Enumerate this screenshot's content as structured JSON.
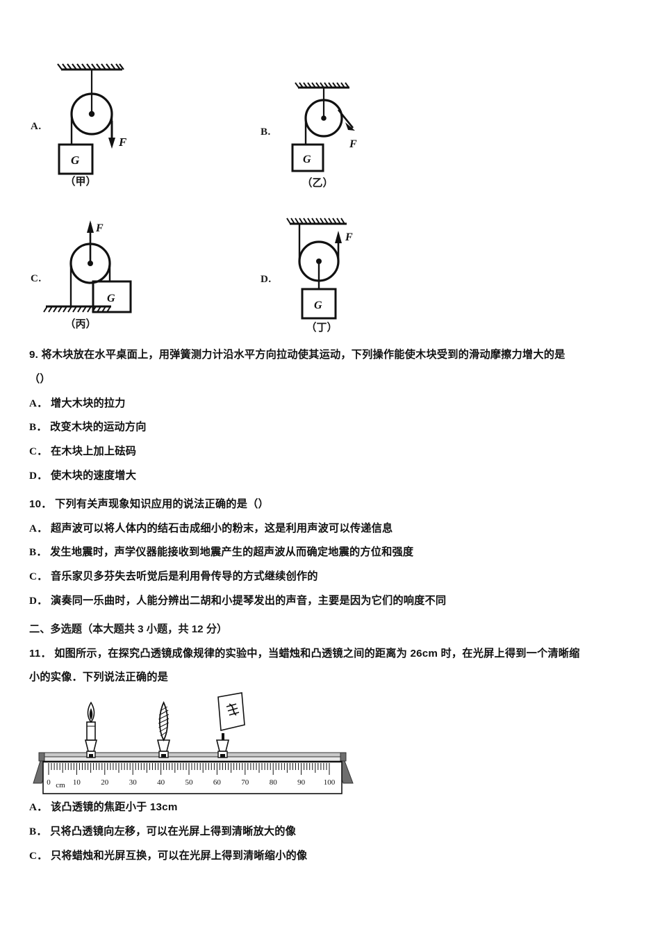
{
  "figure_block": {
    "name": "pulley-diagrams",
    "items": [
      {
        "letter": "A.",
        "caption": "（甲）",
        "force_label": "F",
        "weight_label": "G",
        "type": "fixed-pulley-down-pull"
      },
      {
        "letter": "B.",
        "caption": "（乙）",
        "force_label": "F",
        "weight_label": "G",
        "type": "fixed-pulley-angled-pull"
      },
      {
        "letter": "C.",
        "caption": "（丙）",
        "force_label": "F",
        "weight_label": "G",
        "type": "movable-pulley-ground-anchor"
      },
      {
        "letter": "D.",
        "caption": "（丁）",
        "force_label": "F",
        "weight_label": "G",
        "type": "movable-pulley-ceiling-anchor"
      }
    ]
  },
  "questions": [
    {
      "number": "9.",
      "stem_line1": "将木块放在水平桌面上，用弹簧测力计沿水平方向拉动使其运动，下列操作能使木块受到的滑动摩擦力增大的是",
      "stem_line2": "（）",
      "options": [
        {
          "letter": "A．",
          "text": "增大木块的拉力"
        },
        {
          "letter": "B．",
          "text": "改变木块的运动方向"
        },
        {
          "letter": "C．",
          "text": "在木块上加上砝码"
        },
        {
          "letter": "D．",
          "text": "使木块的速度增大"
        }
      ]
    },
    {
      "number": "10．",
      "stem_line1": "下列有关声现象知识应用的说法正确的是（）",
      "options": [
        {
          "letter": "A．",
          "text": "超声波可以将人体内的结石击成细小的粉末，这是利用声波可以传递信息"
        },
        {
          "letter": "B．",
          "text": "发生地震时，声学仪器能接收到地震产生的超声波从而确定地震的方位和强度"
        },
        {
          "letter": "C．",
          "text": "音乐家贝多芬失去听觉后是利用骨传导的方式继续创作的"
        },
        {
          "letter": "D．",
          "text": "演奏同一乐曲时，人能分辨出二胡和小提琴发出的声音，主要是因为它们的响度不同"
        }
      ]
    }
  ],
  "section_two": {
    "heading": "二、多选题（本大题共 3 小题，共 12 分）",
    "question": {
      "number": "11．",
      "stem_line1": "如图所示，在探究凸透镜成像规律的实验中，当蜡烛和凸透镜之间的距离为 26cm 时，在光屏上得到一个清晰缩",
      "stem_line2": "小的实像．下列说法正确的是",
      "options": [
        {
          "letter": "A．",
          "text": "该凸透镜的焦距小于 13cm"
        },
        {
          "letter": "B．",
          "text": "只将凸透镜向左移，可以在光屏上得到清晰放大的像"
        },
        {
          "letter": "C．",
          "text": "只将蜡烛和光屏互换，可以在光屏上得到清晰缩小的像"
        }
      ]
    }
  },
  "optical_bench": {
    "name": "optical-bench-figure",
    "unit_label": "cm",
    "zero_label": "0",
    "tick_labels": [
      "10",
      "20",
      "30",
      "40",
      "50",
      "60",
      "70",
      "80",
      "90",
      "100"
    ],
    "components": [
      {
        "name": "candle",
        "position_cm": 15
      },
      {
        "name": "convex-lens",
        "position_cm": 41
      },
      {
        "name": "screen",
        "position_cm": 62
      }
    ]
  },
  "colors": {
    "ink": "#111111",
    "stand_gray": "#6e6e6e",
    "rail_gray": "#b8b8b8"
  }
}
